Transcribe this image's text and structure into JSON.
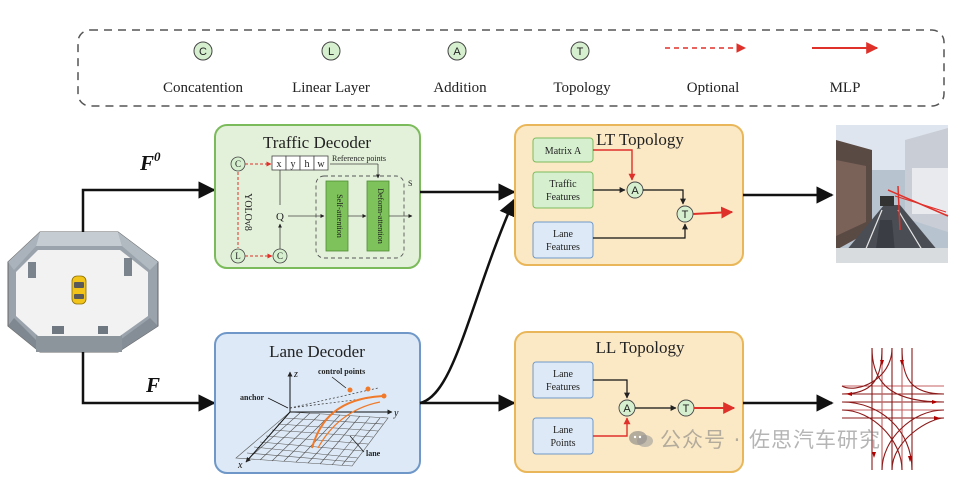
{
  "legend": {
    "items": [
      {
        "symbol": "C",
        "label": "Concatention"
      },
      {
        "symbol": "L",
        "label": "Linear Layer"
      },
      {
        "symbol": "A",
        "label": "Addition"
      },
      {
        "symbol": "T",
        "label": "Topology"
      },
      {
        "symbol": "",
        "label": "Optional"
      },
      {
        "symbol": "",
        "label": "MLP"
      }
    ]
  },
  "inputs": {
    "f0_label": "F",
    "f0_superscript": "0",
    "f_label": "F"
  },
  "traffic_decoder": {
    "title": "Traffic Decoder",
    "yolo_label": "YOLOv8",
    "query_label": "Q",
    "box_cells": [
      "x",
      "y",
      "h",
      "w"
    ],
    "reference_label": "Reference points",
    "self_attention": "Self-attention",
    "deform_attention": "Deform-attention",
    "stack_label": "S",
    "concat_symbol": "C",
    "linear_symbol": "L"
  },
  "lane_decoder": {
    "title": "Lane Decoder",
    "anchor_label": "anchor",
    "control_points_label": "control points",
    "lane_label": "lane",
    "axis_x": "x",
    "axis_y": "y",
    "axis_z": "z"
  },
  "lt_topology": {
    "title": "LT Topology",
    "matrix_label": "Matrix A",
    "traffic_line1": "Traffic",
    "traffic_line2": "Features",
    "lane_line1": "Lane",
    "lane_line2": "Features",
    "add_symbol": "A",
    "topo_symbol": "T"
  },
  "ll_topology": {
    "title": "LL Topology",
    "lane_feat_line1": "Lane",
    "lane_feat_line2": "Features",
    "lane_pts_line1": "Lane",
    "lane_pts_line2": "Points",
    "add_symbol": "A",
    "topo_symbol": "T"
  },
  "watermark": {
    "text": "公众号 · 佐思汽车研究"
  },
  "colors": {
    "legend_circle": "#d6f0cf",
    "green_box": "#e3f1da",
    "green_border": "#7cbb5c",
    "blue_box": "#dde9f6",
    "blue_border": "#6f98c8",
    "orange_box": "#fbe9c6",
    "orange_border": "#e9b75a",
    "red": "#e0302a"
  }
}
